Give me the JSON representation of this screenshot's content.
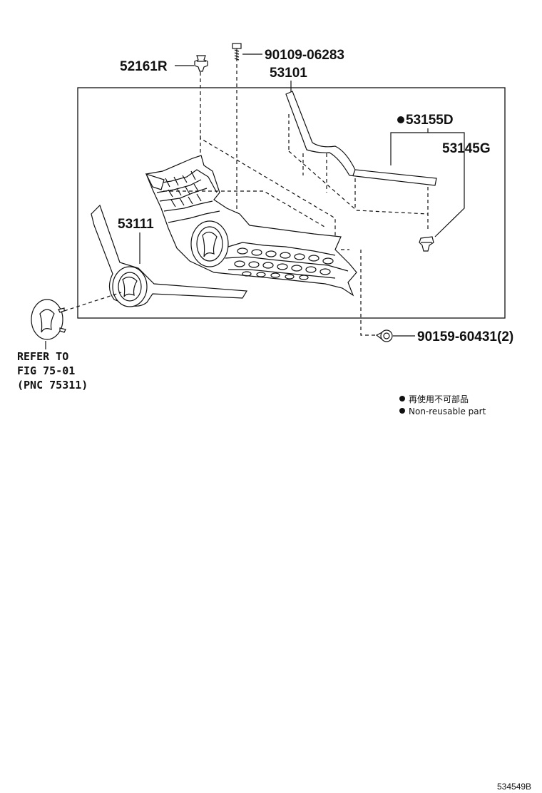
{
  "labels": {
    "p52161R": "52161R",
    "p90109": "90109-06283",
    "p53101": "53101",
    "p53155D": "53155D",
    "p53145G": "53145G",
    "p53111": "53111",
    "p90159": "90159-60431(2)"
  },
  "refer": {
    "line1": "REFER TO",
    "line2": "FIG 75-01",
    "line3": "(PNC 75311)"
  },
  "legend": {
    "jp": "再使用不可部品",
    "en": "Non-reusable part"
  },
  "code": "534549B"
}
